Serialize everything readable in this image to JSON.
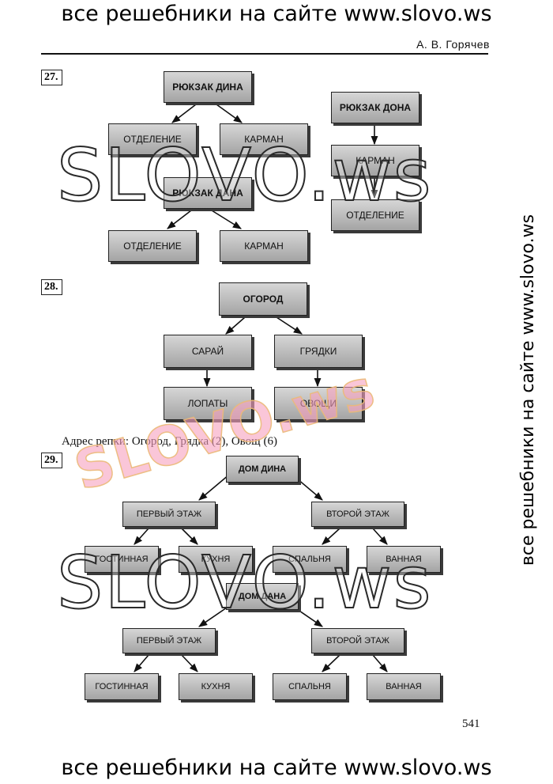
{
  "banners": {
    "top": "все решебники на сайте www.slovo.ws",
    "bottom": "все решебники на сайте www.slovo.ws",
    "side": "все решебники на сайте www.slovo.ws"
  },
  "header": {
    "author": "А. В. Горячев"
  },
  "task27": {
    "number": "27.",
    "dina": {
      "root": "РЮКЗАК ДИНА",
      "left": "ОТДЕЛЕНИЕ",
      "right": "КАРМАН"
    },
    "dona": {
      "root": "РЮКЗАК ДОНА",
      "middle": "КАРМАН",
      "bottom": "ОТДЕЛЕНИЕ"
    },
    "dana": {
      "root": "РЮКЗАК ДАНА",
      "left": "ОТДЕЛЕНИЕ",
      "right": "КАРМАН"
    }
  },
  "task28": {
    "number": "28.",
    "root": "ОГОРОД",
    "left": "САРАЙ",
    "right": "ГРЯДКИ",
    "left_child": "ЛОПАТЫ",
    "right_child": "ОВОЩИ",
    "address": "Адрес репки: Огород, Грядка (2), Овощ (6)"
  },
  "task29": {
    "number": "29.",
    "dina": {
      "root": "ДОМ ДИНА",
      "floor1": "ПЕРВЫЙ ЭТАЖ",
      "floor2": "ВТОРОЙ ЭТАЖ",
      "room1": "ГОСТИННАЯ",
      "room2": "КУХНЯ",
      "room3": "СПАЛЬНЯ",
      "room4": "ВАННАЯ"
    },
    "dana": {
      "root": "ДОМ ДАНА",
      "floor1": "ПЕРВЫЙ ЭТАЖ",
      "floor2": "ВТОРОЙ ЭТАЖ",
      "room1": "ГОСТИННАЯ",
      "room2": "КУХНЯ",
      "room3": "СПАЛЬНЯ",
      "room4": "ВАННАЯ"
    }
  },
  "page_number": "541",
  "watermarks": {
    "first": "SLOVO.ws",
    "second": "SLOVO.ws",
    "third": "SLOVO.ws"
  }
}
